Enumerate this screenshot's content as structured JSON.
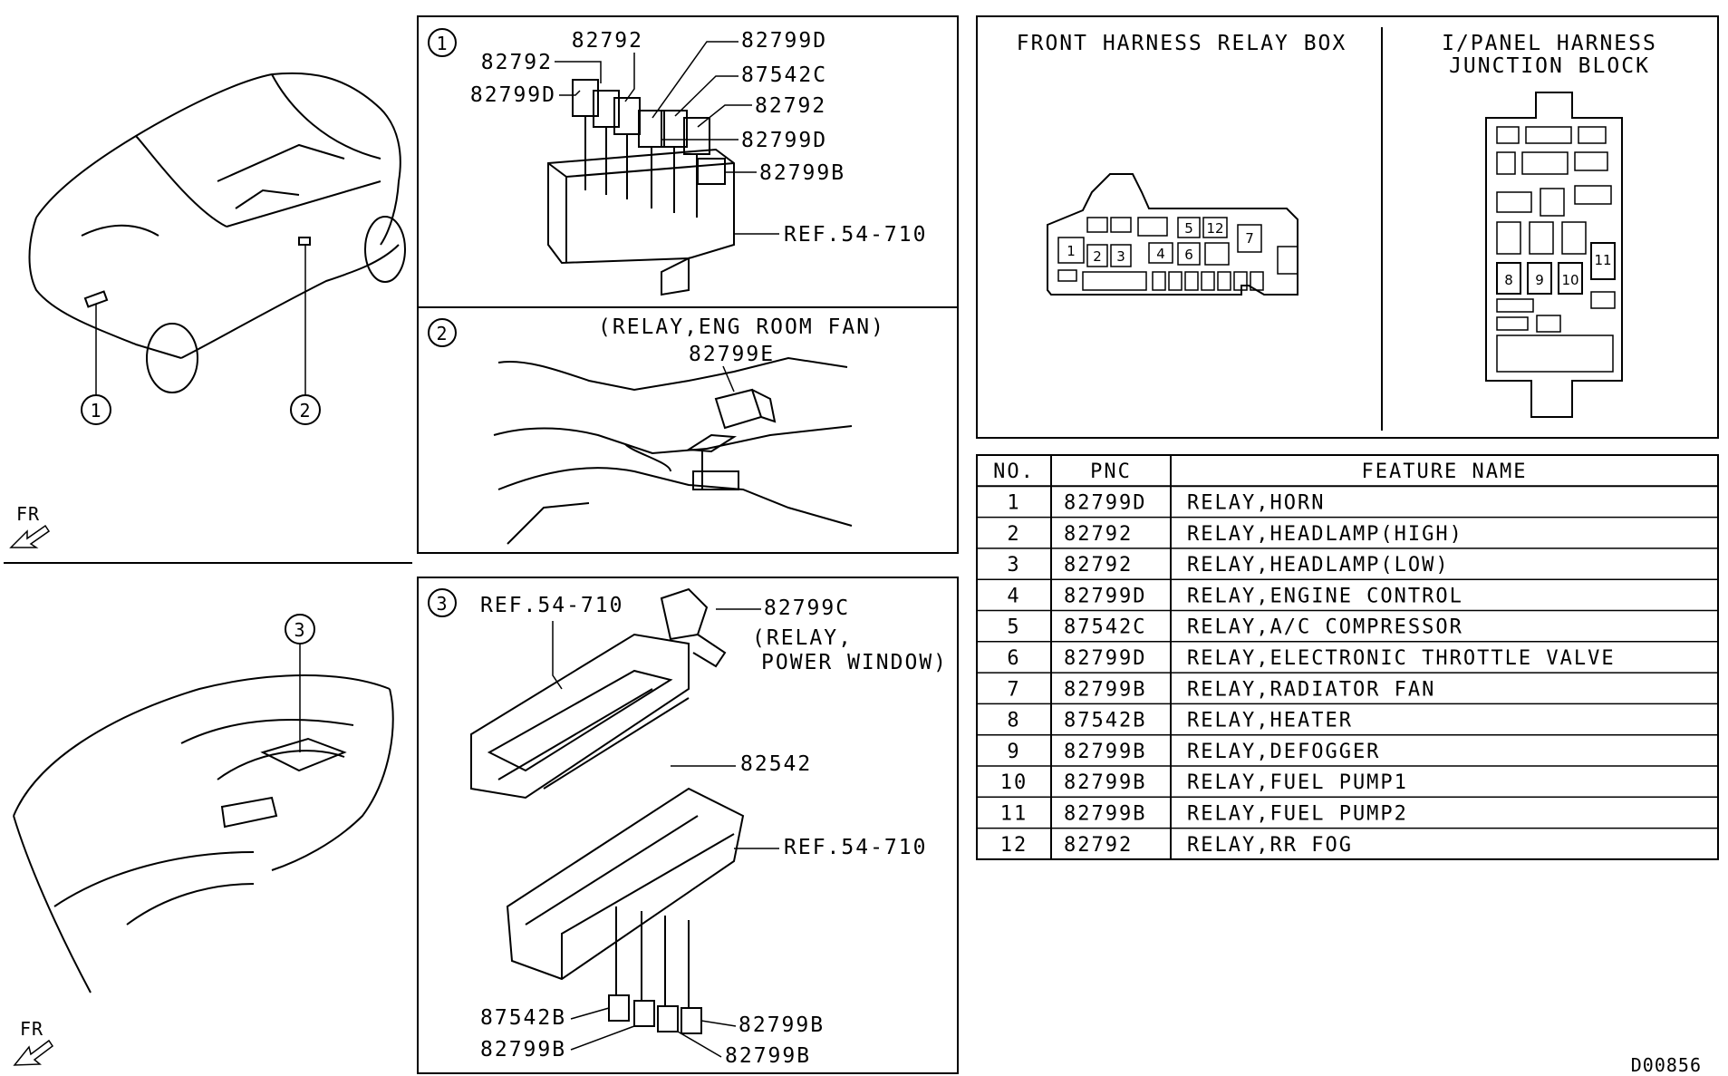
{
  "panel1": {
    "number": "1",
    "labels": [
      "82792",
      "82792",
      "82799D",
      "82799D",
      "87542C",
      "82792",
      "82799D",
      "82799B",
      "REF.54-710"
    ]
  },
  "panel2": {
    "number": "2",
    "caption": "(RELAY,ENG ROOM FAN)",
    "part": "82799E"
  },
  "panel3": {
    "number": "3",
    "ref_top": "REF.54-710",
    "part_c": "82799C",
    "caption_line1": "(RELAY,",
    "caption_line2": "POWER WINDOW)",
    "part_mid": "82542",
    "ref_bottom": "REF.54-710",
    "bottom_labels": [
      "87542B",
      "82799B",
      "82799B",
      "82799B"
    ]
  },
  "car_callouts": [
    "1",
    "2",
    "3"
  ],
  "fr": "FR",
  "relay_box": {
    "front_title": "FRONT HARNESS RELAY BOX",
    "front_slots": [
      "1",
      "2",
      "3",
      "4",
      "5",
      "6",
      "7",
      "12"
    ],
    "ipanel_title_line1": "I/PANEL HARNESS",
    "ipanel_title_line2": "JUNCTION BLOCK",
    "ipanel_slots": [
      "8",
      "9",
      "10",
      "11"
    ]
  },
  "table": {
    "headers": [
      "NO.",
      "PNC",
      "FEATURE NAME"
    ],
    "rows": [
      [
        "1",
        "82799D",
        "RELAY,HORN"
      ],
      [
        "2",
        "82792",
        "RELAY,HEADLAMP(HIGH)"
      ],
      [
        "3",
        "82792",
        "RELAY,HEADLAMP(LOW)"
      ],
      [
        "4",
        "82799D",
        "RELAY,ENGINE CONTROL"
      ],
      [
        "5",
        "87542C",
        "RELAY,A/C COMPRESSOR"
      ],
      [
        "6",
        "82799D",
        "RELAY,ELECTRONIC THROTTLE VALVE"
      ],
      [
        "7",
        "82799B",
        "RELAY,RADIATOR FAN"
      ],
      [
        "8",
        "87542B",
        "RELAY,HEATER"
      ],
      [
        "9",
        "82799B",
        "RELAY,DEFOGGER"
      ],
      [
        "10",
        "82799B",
        "RELAY,FUEL PUMP1"
      ],
      [
        "11",
        "82799B",
        "RELAY,FUEL PUMP2"
      ],
      [
        "12",
        "82792",
        "RELAY,RR FOG"
      ]
    ]
  },
  "doc_code": "D00856"
}
